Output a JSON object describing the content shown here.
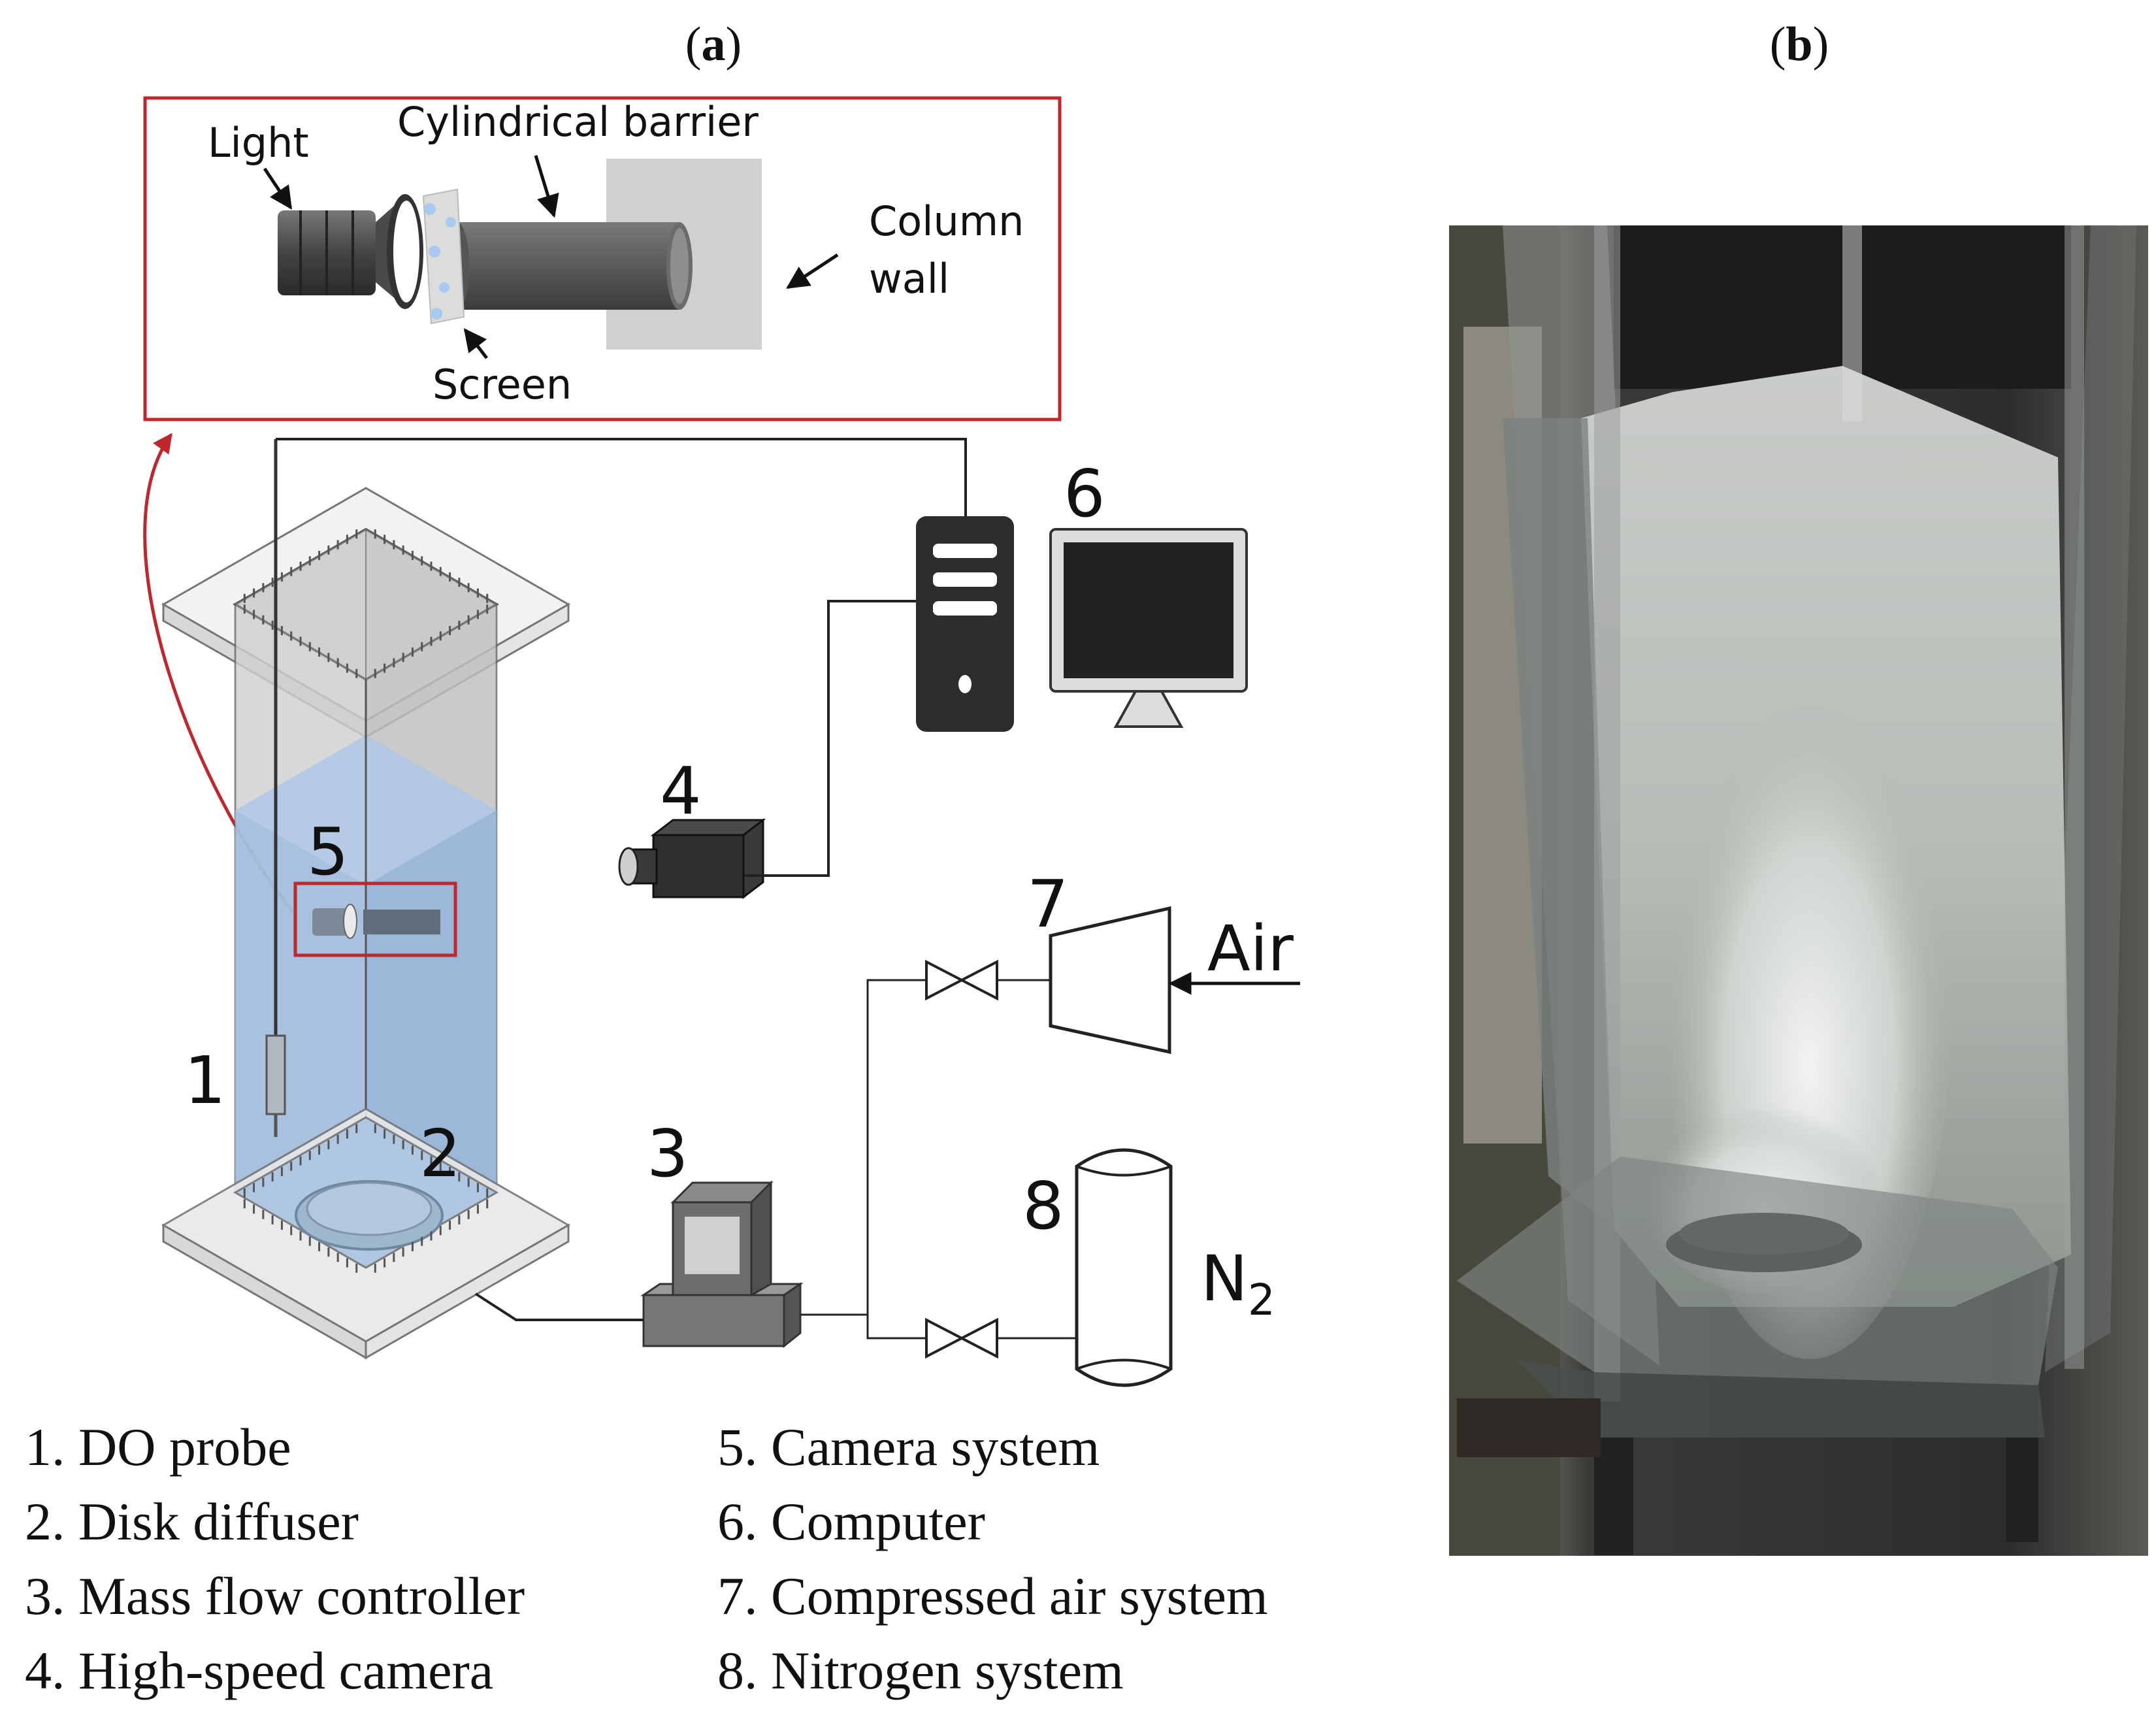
{
  "panels": {
    "a_label": "a",
    "b_label": "b"
  },
  "inset": {
    "light": "Light",
    "barrier": "Cylindrical barrier",
    "column_wall_1": "Column",
    "column_wall_2": "wall",
    "screen": "Screen"
  },
  "numbers": {
    "n1": "1",
    "n2": "2",
    "n3": "3",
    "n4": "4",
    "n5": "5",
    "n6": "6",
    "n7": "7",
    "n8": "8"
  },
  "labels": {
    "air": "Air",
    "n2_base": "N",
    "n2_sub": "2"
  },
  "legend": {
    "left": [
      "1. DO probe",
      "2. Disk diffuser",
      "3. Mass flow controller",
      "4. High-speed camera"
    ],
    "right": [
      "5. Camera system",
      "6. Computer",
      "7. Compressed air system",
      "8. Nitrogen system"
    ]
  },
  "colors": {
    "inset_border": "#c0272d",
    "water": "#9bbbe0",
    "line": "#222222"
  }
}
